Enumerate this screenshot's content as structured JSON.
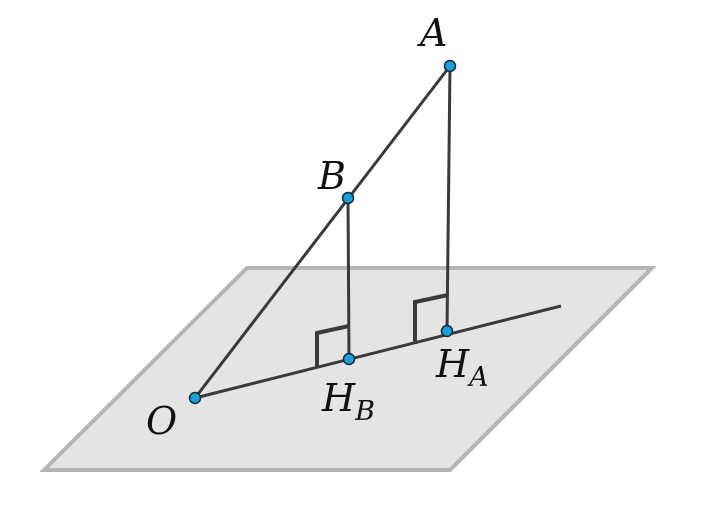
{
  "figure": {
    "plane": {
      "fill": "#e4e4e4",
      "stroke": "#b5b5b5"
    },
    "line_color": "#3a3a3a",
    "point_color": "#1a9fd6",
    "point_stroke": "#0b2a3a",
    "points": {
      "A": {
        "name": "A",
        "sub": ""
      },
      "B": {
        "name": "B",
        "sub": ""
      },
      "O": {
        "name": "O",
        "sub": ""
      },
      "HA": {
        "name": "H",
        "sub": "A"
      },
      "HB": {
        "name": "H",
        "sub": "B"
      }
    }
  }
}
